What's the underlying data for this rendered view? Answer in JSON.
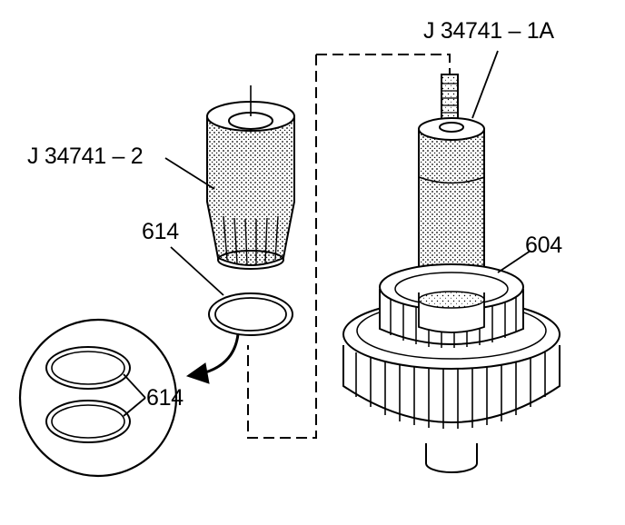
{
  "labels": {
    "tool_installer": "J 34741 – 1A",
    "tool_protector": "J 34741 – 2",
    "seal_ring": "614",
    "clutch_assembly": "604",
    "seal_detail": "614"
  },
  "colors": {
    "line": "#000000",
    "background": "#ffffff"
  }
}
